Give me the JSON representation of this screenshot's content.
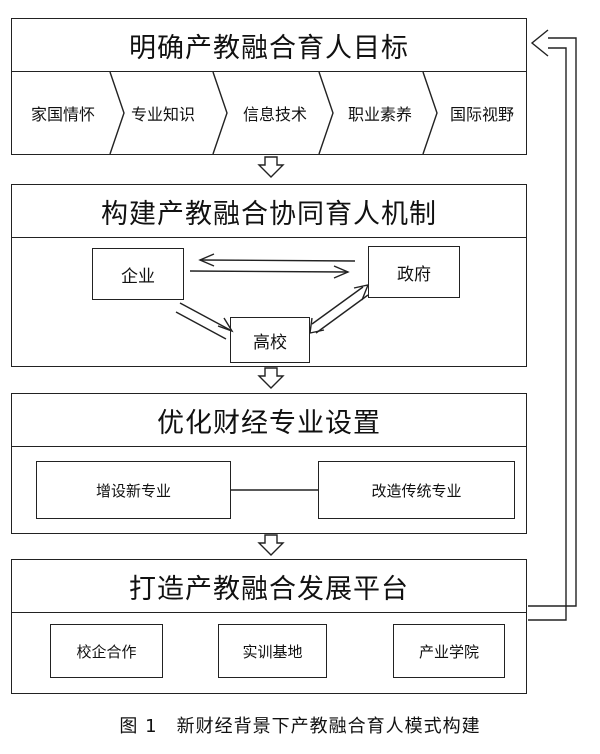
{
  "sections": {
    "goals": {
      "title": "明确产教融合育人目标",
      "items": [
        "家国情怀",
        "专业知识",
        "信息技术",
        "职业素养",
        "国际视野"
      ]
    },
    "mechanism": {
      "title": "构建产教融合协同育人机制",
      "nodes": {
        "enterprise": "企业",
        "government": "政府",
        "university": "高校"
      }
    },
    "majors": {
      "title": "优化财经专业设置",
      "items": [
        "增设新专业",
        "改造传统专业"
      ]
    },
    "platform": {
      "title": "打造产教融合发展平台",
      "items": [
        "校企合作",
        "实训基地",
        "产业学院"
      ]
    }
  },
  "caption": "图 1　新财经背景下产教融合育人模式构建"
}
